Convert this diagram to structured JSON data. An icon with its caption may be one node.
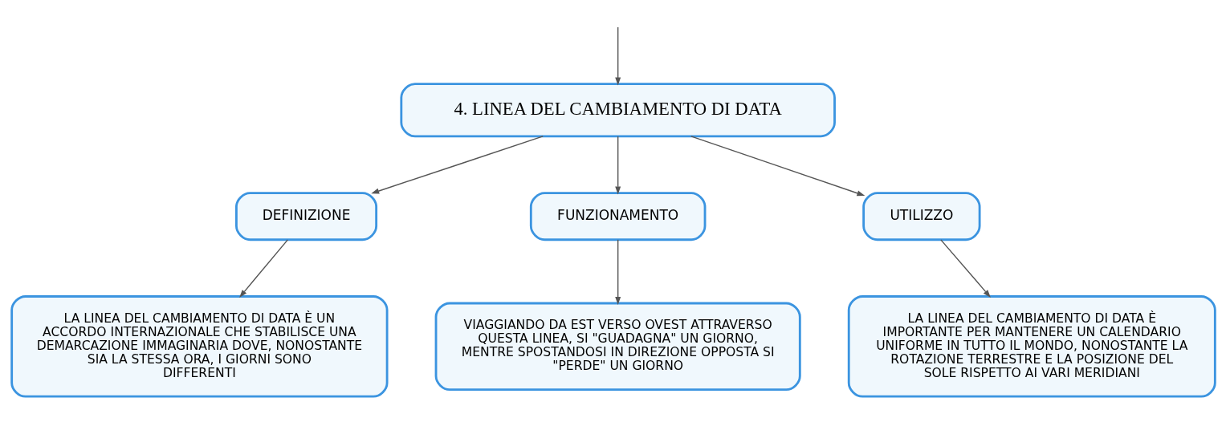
{
  "diagram": {
    "nodes": [
      {
        "text": [
          "4. LINEA DEL CAMBIAMENTO DI DATA"
        ]
      },
      {
        "text": [
          "DEFINIZIONE"
        ]
      },
      {
        "text": [
          "FUNZIONAMENTO"
        ]
      },
      {
        "text": [
          "UTILIZZO"
        ]
      },
      {
        "text": [
          "LA LINEA DEL CAMBIAMENTO DI DATA È UN ACCORDO INTERNAZIONALE CHE STABILISCE UNA DEMARCAZIONE IMMAGINARIA DOVE, NONOSTANTE SIA LA STESSA ORA, I GIORNI SONO DIFFERENTI"
        ]
      },
      {
        "text": [
          "VIAGGIANDO DA EST VERSO OVEST ATTRAVERSO QUESTA LINEA, SI \"GUADAGNA\" UN GIORNO, MENTRE SPOSTANDOSI IN DIREZIONE OPPOSTA SI \"PERDE\" UN GIORNO"
        ]
      },
      {
        "text": [
          "LA LINEA DEL CAMBIAMENTO DI DATA È IMPORTANTE PER MANTENERE UN CALENDARIO UNIFORME IN TUTTO IL MONDO, NONOSTANTE LA ROTAZIONE TERRESTRE E LA POSIZIONE DEL SOLE RISPETTO AI VARI MERIDIANI"
        ]
      }
    ],
    "edges": [
      {
        "from": null,
        "to": 0,
        "arrow": "to"
      },
      {
        "from": 0,
        "to": 1,
        "arrow": "to"
      },
      {
        "from": 0,
        "to": 2,
        "arrow": "to"
      },
      {
        "from": 0,
        "to": 3,
        "arrow": "to"
      },
      {
        "from": 1,
        "to": 4,
        "arrow": "to"
      },
      {
        "from": 2,
        "to": 5,
        "arrow": "to"
      },
      {
        "from": 3,
        "to": 6,
        "arrow": "to"
      }
    ]
  }
}
